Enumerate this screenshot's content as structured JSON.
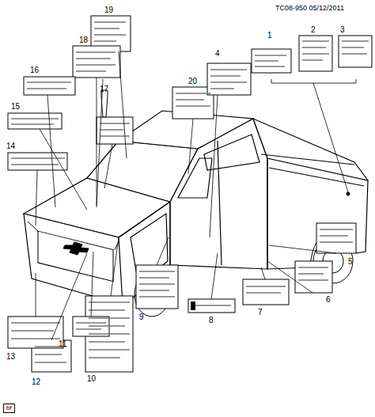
{
  "diagram": {
    "labels": [
      "TC08-950 05/12/2011",
      "1",
      "2",
      "3",
      "4",
      "5",
      "6",
      "7",
      "8",
      "9",
      "10",
      "11",
      "12",
      "13",
      "14",
      "15",
      "16",
      "17",
      "18",
      "19",
      "20",
      "bf"
    ]
  }
}
